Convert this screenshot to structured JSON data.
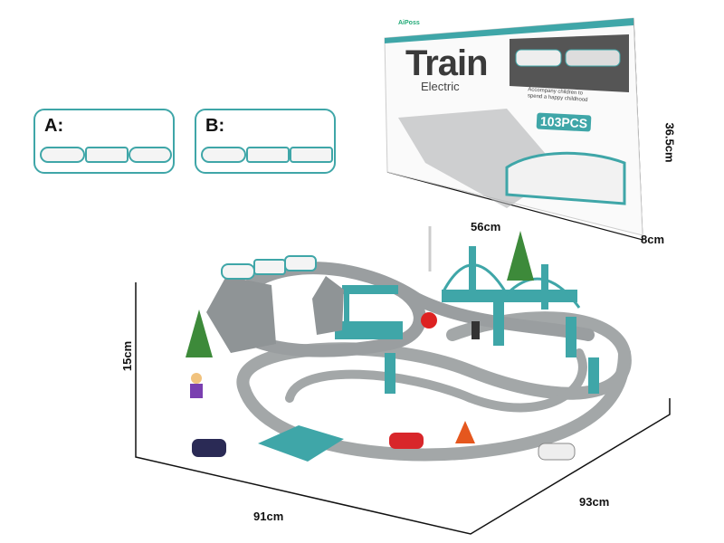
{
  "options": [
    {
      "label": "A:"
    },
    {
      "label": "B:"
    }
  ],
  "package": {
    "brand": "AiPoss",
    "title": "Train",
    "subtitle": "Electric",
    "tagline": "Accompany children to spend a happy childhood",
    "piece_count": "103PCS"
  },
  "dimensions": {
    "box_width": "56cm",
    "box_height": "36.5cm",
    "box_depth": "8cm",
    "set_height": "15cm",
    "set_width": "91cm",
    "set_depth": "93cm"
  },
  "colors": {
    "teal": "#3fa6a8",
    "track_gray": "#a3a7a8",
    "dark": "#111111"
  }
}
